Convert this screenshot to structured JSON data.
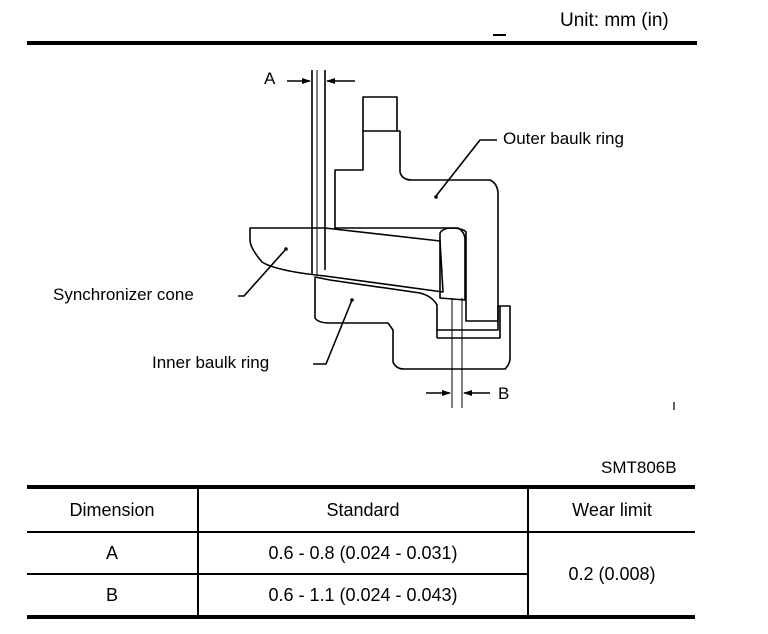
{
  "header": {
    "unit_label": "Unit: mm (in)"
  },
  "figure": {
    "labels": {
      "a": "A",
      "b": "B",
      "outer_baulk_ring": "Outer baulk ring",
      "synchronizer_cone": "Synchronizer cone",
      "inner_baulk_ring": "Inner baulk ring"
    },
    "code": "SMT806B"
  },
  "table": {
    "headers": [
      "Dimension",
      "Standard",
      "Wear limit"
    ],
    "rows": [
      {
        "dimension": "A",
        "standard": "0.6 - 0.8 (0.024 - 0.031)"
      },
      {
        "dimension": "B",
        "standard": "0.6 - 1.1 (0.024 - 0.043)"
      }
    ],
    "wear_limit": "0.2 (0.008)"
  }
}
